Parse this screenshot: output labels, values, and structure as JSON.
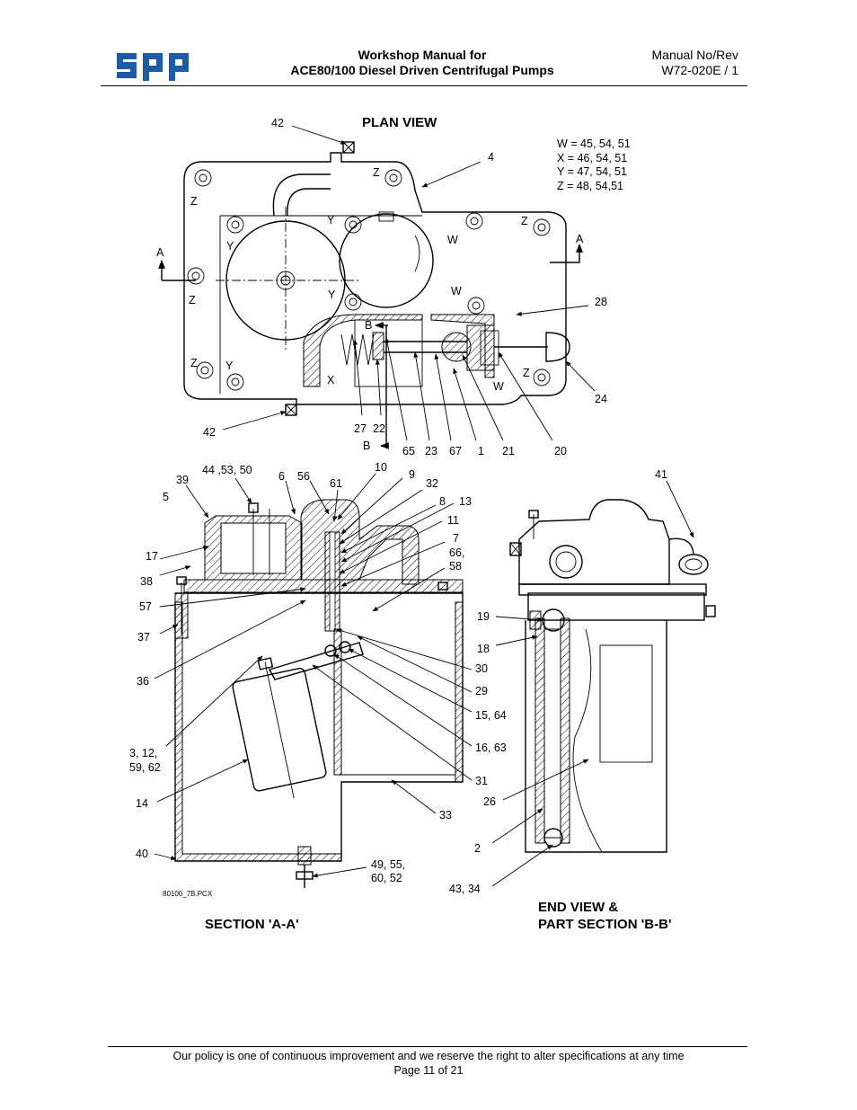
{
  "header": {
    "logo_text": "spp",
    "title_line1": "Workshop Manual for",
    "title_line2": "ACE80/100 Diesel Driven Centrifugal Pumps",
    "manual_label": "Manual No/Rev",
    "manual_value": "W72-020E / 1"
  },
  "figure": {
    "plan_view_title": "PLAN VIEW",
    "legend": [
      "W = 45, 54, 51",
      "X = 46, 54, 51",
      "Y = 47, 54, 51",
      "Z = 48, 54,51"
    ],
    "section_a_title": "SECTION 'A-A'",
    "end_view_title_1": "END VIEW &",
    "end_view_title_2": "PART SECTION 'B-B'",
    "file_ref": "80100_7B.PCX",
    "plan_labels": {
      "l42a": "42",
      "l4": "4",
      "l28": "28",
      "l24": "24",
      "l42b": "42",
      "l27": "27",
      "l22": "22",
      "l65": "65",
      "l23": "23",
      "l67": "67",
      "l1": "1",
      "l21": "21",
      "l20": "20",
      "A1": "A",
      "A2": "A",
      "B1": "B",
      "B2": "B",
      "z1": "Z",
      "z2": "Z",
      "z3": "Z",
      "z4": "Z",
      "z5": "Z",
      "z6": "Z",
      "y1": "Y",
      "y2": "Y",
      "y3": "Y",
      "y4": "Y",
      "w1": "W",
      "w2": "W",
      "w3": "W",
      "x1": "X"
    },
    "section_labels": {
      "l39": "39",
      "l4453": "44 ,53, 50",
      "l6": "6",
      "l56": "56",
      "l61": "61",
      "l10": "10",
      "l9": "9",
      "l32": "32",
      "l8": "8",
      "l13": "13",
      "l11": "11",
      "l7": "7",
      "l66a": "66,",
      "l66b": "58",
      "l5": "5",
      "l17": "17",
      "l38": "38",
      "l57": "57",
      "l37": "37",
      "l36": "36",
      "l3a": "3, 12,",
      "l3b": "59, 62",
      "l14": "14",
      "l40": "40",
      "l30": "30",
      "l29": "29",
      "l15": "15, 64",
      "l16": "16, 63",
      "l31": "31",
      "l33": "33",
      "l49a": "49, 55,",
      "l49b": "60, 52"
    },
    "end_labels": {
      "l41": "41",
      "l19": "19",
      "l18": "18",
      "l26": "26",
      "l2": "2",
      "l43": "43, 34"
    }
  },
  "footer": {
    "policy": "Our policy is one of continuous improvement and we reserve the right to alter specifications at any time",
    "page": "Page 11 of 21"
  }
}
